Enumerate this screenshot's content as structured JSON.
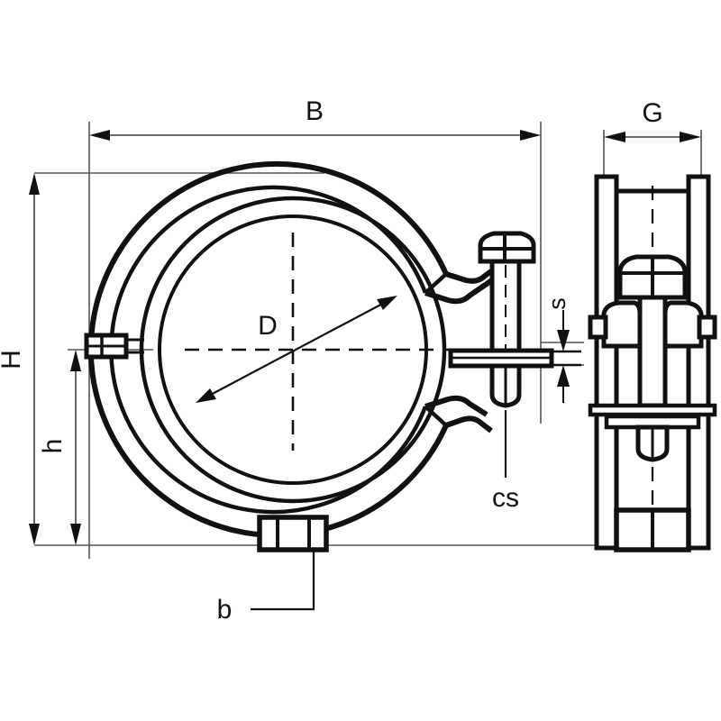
{
  "drawing": {
    "title": "Pipe clamp with rubber insert — dimensioned technical drawing",
    "background_color": "#ffffff",
    "line_color": "#111111",
    "thin_line_color": "#555555",
    "views": [
      {
        "name": "front-view",
        "description": "Front view of clamp ring with bolt, nut and rubber liner"
      },
      {
        "name": "side-view",
        "description": "Side view showing band width b"
      }
    ],
    "dimension_labels": [
      {
        "id": "B",
        "text": "B",
        "meaning": "overall width",
        "orientation": "horizontal",
        "view": "front-view"
      },
      {
        "id": "H",
        "text": "H",
        "meaning": "overall height",
        "orientation": "vertical",
        "view": "front-view"
      },
      {
        "id": "h",
        "text": "h",
        "meaning": "height to centre plate",
        "orientation": "vertical",
        "view": "front-view"
      },
      {
        "id": "D",
        "text": "D",
        "meaning": "clamped pipe diameter",
        "orientation": "diagonal",
        "view": "front-view"
      },
      {
        "id": "s",
        "text": "s",
        "meaning": "band thickness",
        "orientation": "vertical",
        "view": "front-view"
      },
      {
        "id": "cs",
        "text": "cs",
        "meaning": "combination screw",
        "orientation": "leader",
        "view": "front-view"
      },
      {
        "id": "G",
        "text": "G",
        "meaning": "threaded connection",
        "orientation": "leader",
        "view": "front-view"
      },
      {
        "id": "b",
        "text": "b",
        "meaning": "band width",
        "orientation": "horizontal",
        "view": "side-view"
      }
    ]
  }
}
